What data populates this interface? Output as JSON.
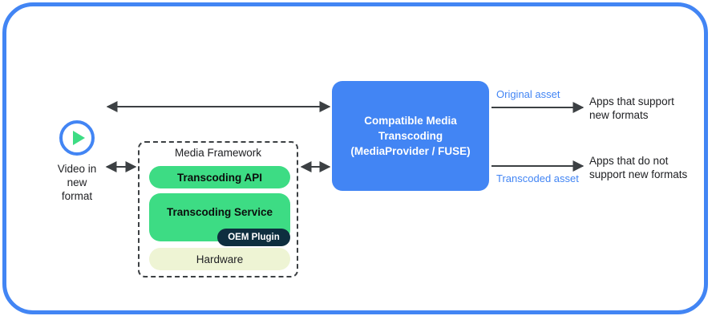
{
  "frame": {
    "border_color": "#4285f4"
  },
  "source": {
    "icon": "play-circle-icon",
    "caption": "Video in\nnew\nformat",
    "ring_color": "#4285f4",
    "triangle_color": "#3ddc84"
  },
  "media_framework": {
    "title": "Media Framework",
    "border_style": "dashed",
    "items": [
      {
        "label": "Transcoding API",
        "color": "#3ddc84",
        "text_color": "#0b0f0d"
      },
      {
        "label": "Transcoding Service",
        "color": "#3ddc84",
        "text_color": "#0b0f0d"
      },
      {
        "label": "Hardware",
        "color": "#eef4d4",
        "text_color": "#202124"
      }
    ],
    "badge": {
      "label": "OEM Plugin",
      "color": "#0e2e3f",
      "text_color": "#ffffff"
    }
  },
  "cmt": {
    "label": "Compatible Media\nTranscoding\n(MediaProvider / FUSE)",
    "color": "#4285f4",
    "text_color": "#ffffff"
  },
  "outputs": {
    "original": {
      "asset_label": "Original asset",
      "target_label": "Apps that support\nnew formats",
      "label_color": "#4285f4"
    },
    "transcoded": {
      "asset_label": "Transcoded asset",
      "target_label": "Apps that do not\nsupport new formats",
      "label_color": "#4285f4"
    }
  },
  "arrows": {
    "color": "#3c4043",
    "top_bidirectional": "video-to-cmt-bidirectional",
    "left_bidirectional": "video-to-framework-bidirectional",
    "mid_bidirectional": "framework-to-cmt-bidirectional",
    "original_arrow": "cmt-to-supporting-apps",
    "transcoded_arrow": "cmt-to-nonsupporting-apps"
  }
}
